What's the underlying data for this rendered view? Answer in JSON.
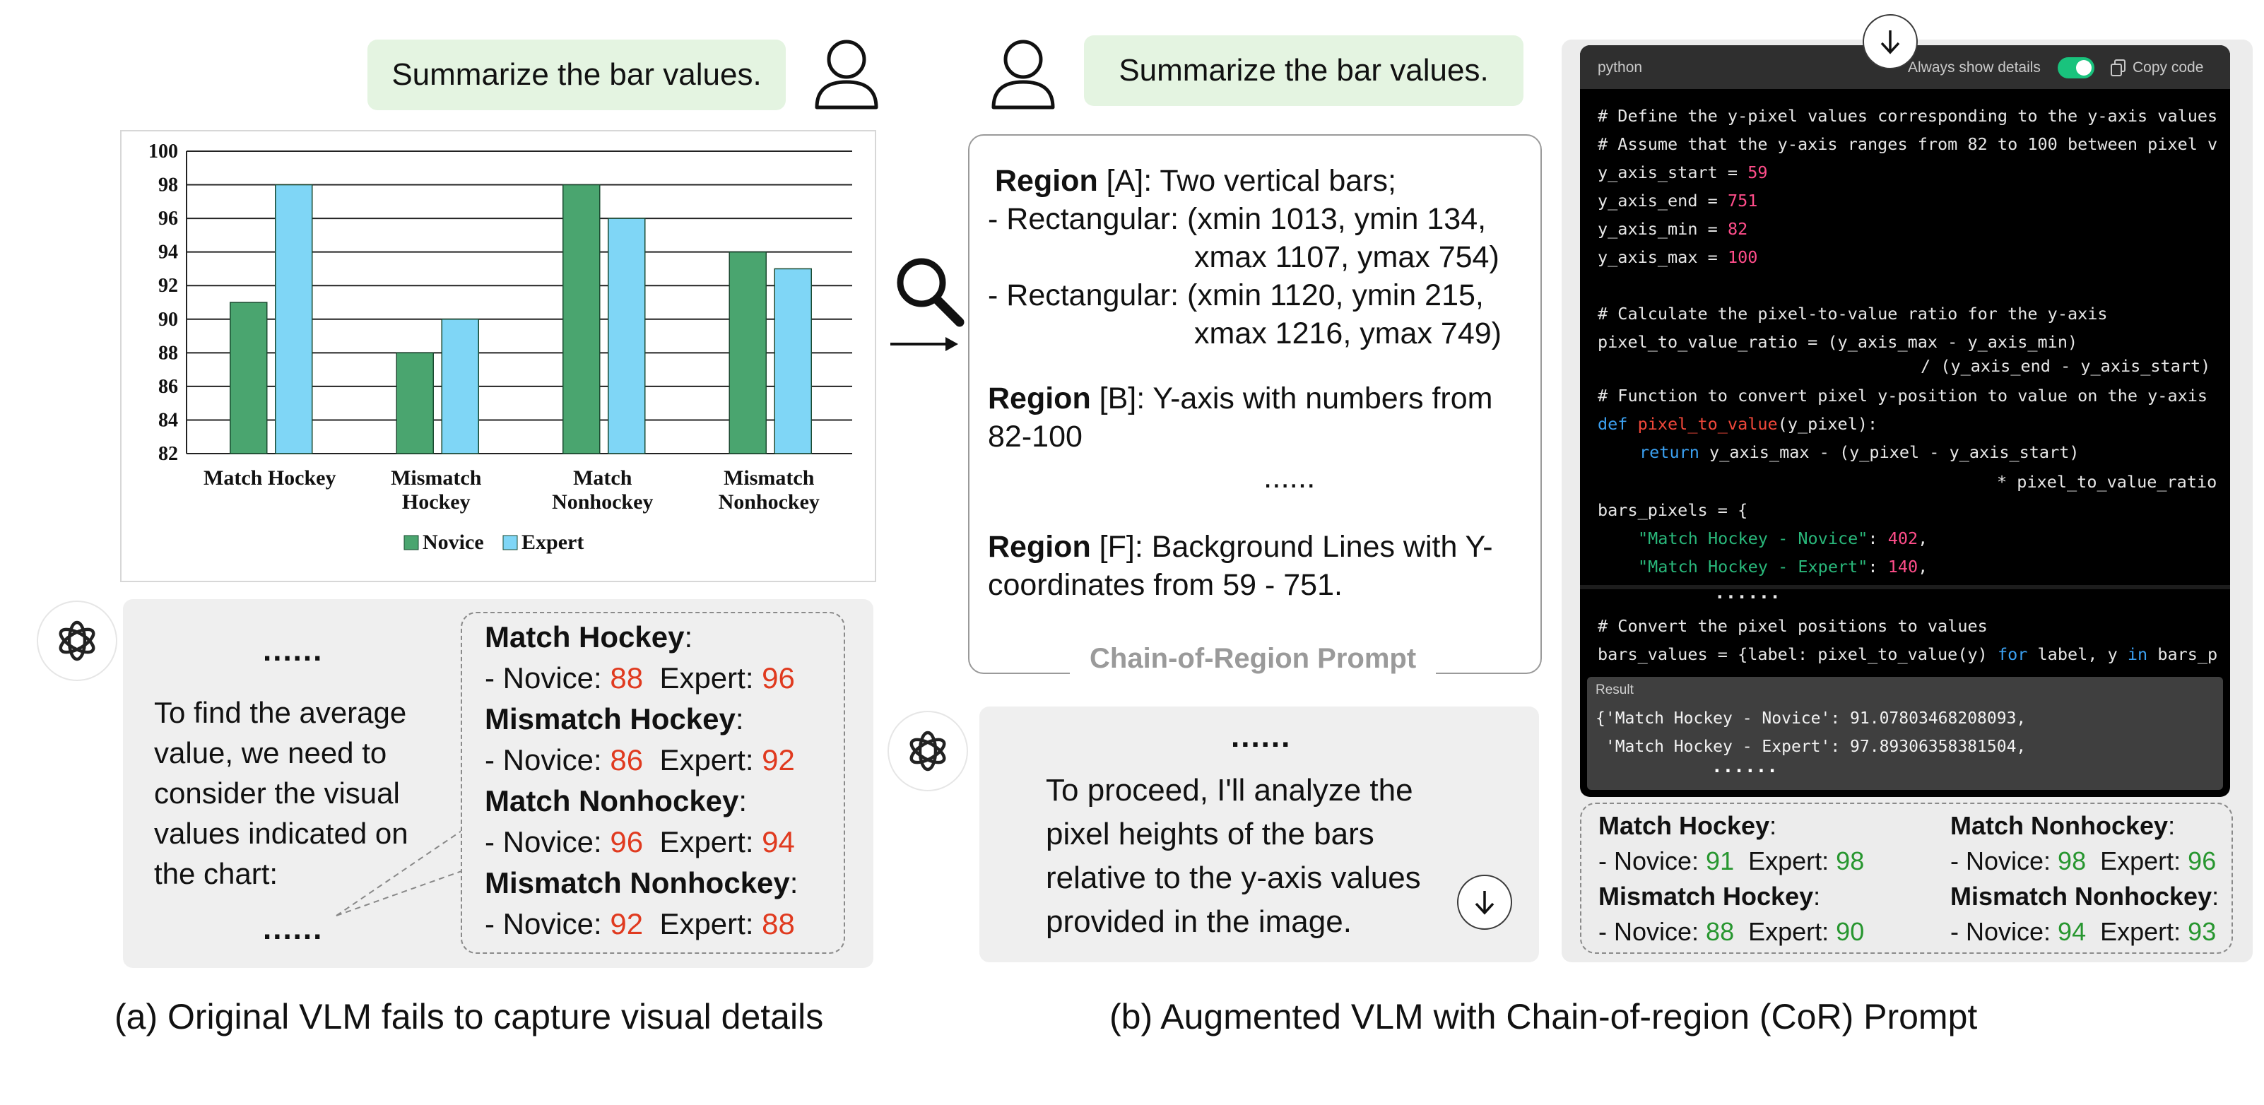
{
  "left": {
    "prompt": "Summarize the bar values.",
    "response": {
      "ellipsis_top": "......",
      "lines": [
        "To find the average",
        "value, we need to",
        "consider the visual",
        "values indicated on",
        "the chart:"
      ],
      "ellipsis_bottom": "......"
    },
    "results": [
      {
        "group": "Match Hockey",
        "novice": "88",
        "expert": "96"
      },
      {
        "group": "Mismatch Hockey",
        "novice": "86",
        "expert": "92"
      },
      {
        "group": "Match Nonhockey",
        "novice": "96",
        "expert": "94"
      },
      {
        "group": "Mismatch Nonhockey",
        "novice": "92",
        "expert": "88"
      }
    ],
    "novice_label": "- Novice: ",
    "expert_label": "Expert: ",
    "caption": "(a) Original VLM fails to capture visual details"
  },
  "chart_data": {
    "type": "bar",
    "categories": [
      "Match Hockey",
      "Mismatch Hockey",
      "Match Nonhockey",
      "Mismatch Nonhockey"
    ],
    "category_lines": [
      [
        "Match Hockey"
      ],
      [
        "Mismatch",
        "Hockey"
      ],
      [
        "Match",
        "Nonhockey"
      ],
      [
        "Mismatch",
        "Nonhockey"
      ]
    ],
    "series": [
      {
        "name": "Novice",
        "values": [
          91,
          88,
          98,
          94
        ],
        "color": "#4aa56f"
      },
      {
        "name": "Expert",
        "values": [
          98,
          90,
          96,
          93
        ],
        "color": "#7fd6f6"
      }
    ],
    "ylim": [
      82,
      100
    ],
    "yticks": [
      82,
      84,
      86,
      88,
      90,
      92,
      94,
      96,
      98,
      100
    ],
    "grid": true,
    "legend": "bottom"
  },
  "right": {
    "prompt": "Summarize the bar values.",
    "region_prompt": {
      "a_label": "Region",
      "a_rest": " [A]:  Two vertical bars;",
      "a_line2": "- Rectangular: (xmin 1013, ymin 134,",
      "a_line3": "xmax 1107, ymax 754)",
      "a_line4": "- Rectangular: (xmin 1120, ymin 215,",
      "a_line5": "xmax 1216, ymax 749)",
      "b_label": "Region",
      "b_rest": " [B]: Y-axis with numbers from",
      "b_line2": "82-100",
      "ellipsis": "......",
      "f_label": "Region",
      "f_rest": " [F]: Background Lines with Y-",
      "f_line2": "coordinates from 59 - 751.",
      "title": "Chain-of-Region Prompt"
    },
    "response": {
      "ellipsis": "......",
      "lines": [
        "To proceed, I'll analyze the",
        "pixel heights of the bars",
        "relative to the y-axis values",
        "provided in the image."
      ]
    },
    "code": {
      "language": "python",
      "toggle_label": "Always show details",
      "copy_label": "Copy code",
      "comment1": "# Define the y-pixel values corresponding to the y-axis values",
      "comment2": "# Assume that the y-axis ranges from 82 to 100 between pixel v",
      "v1_name": "y_axis_start = ",
      "v1_val": "59",
      "v2_name": "y_axis_end = ",
      "v2_val": "751",
      "v3_name": "y_axis_min = ",
      "v3_val": "82",
      "v4_name": "y_axis_max = ",
      "v4_val": "100",
      "comment3": "# Calculate the pixel-to-value ratio for the y-axis",
      "ratio1": "pixel_to_value_ratio = (y_axis_max - y_axis_min)",
      "ratio2": "/ (y_axis_end - y_axis_start)",
      "comment4": "# Function to convert pixel y-position to value on the y-axis",
      "def_kw": "def ",
      "def_fn": "pixel_to_value",
      "def_args": "(y_pixel):",
      "ret_kw": "return ",
      "ret_expr": "y_axis_max - (y_pixel - y_axis_start)",
      "ret2": "* pixel_to_value_ratio",
      "bars1": "bars_pixels = {",
      "bars2_key": "\"Match Hockey - Novice\"",
      "bars2_val": "402",
      "bars3_key": "\"Match Hockey - Expert\"",
      "bars3_val": "140",
      "ellipsis": "......",
      "comment5": "# Convert the pixel positions to values",
      "conv_a": "bars_values = {label: pixel_to_value(y) ",
      "conv_for": "for",
      "conv_b": " label, y ",
      "conv_in": "in",
      "conv_c": " bars_p",
      "result_label": "Result",
      "result1": "{'Match Hockey - Novice': 91.07803468208093,",
      "result2": " 'Match Hockey - Expert': 97.89306358381504,",
      "result_ellipsis": "......"
    },
    "results": [
      {
        "group": "Match Hockey",
        "novice": "91",
        "expert": "98"
      },
      {
        "group": "Match Nonhockey",
        "novice": "98",
        "expert": "96"
      },
      {
        "group": "Mismatch Hockey",
        "novice": "88",
        "expert": "90"
      },
      {
        "group": "Mismatch Nonhockey",
        "novice": "94",
        "expert": "93"
      }
    ],
    "novice_label": "- Novice: ",
    "expert_label": "Expert: ",
    "caption": "(b) Augmented VLM with Chain-of-region (CoR) Prompt"
  }
}
